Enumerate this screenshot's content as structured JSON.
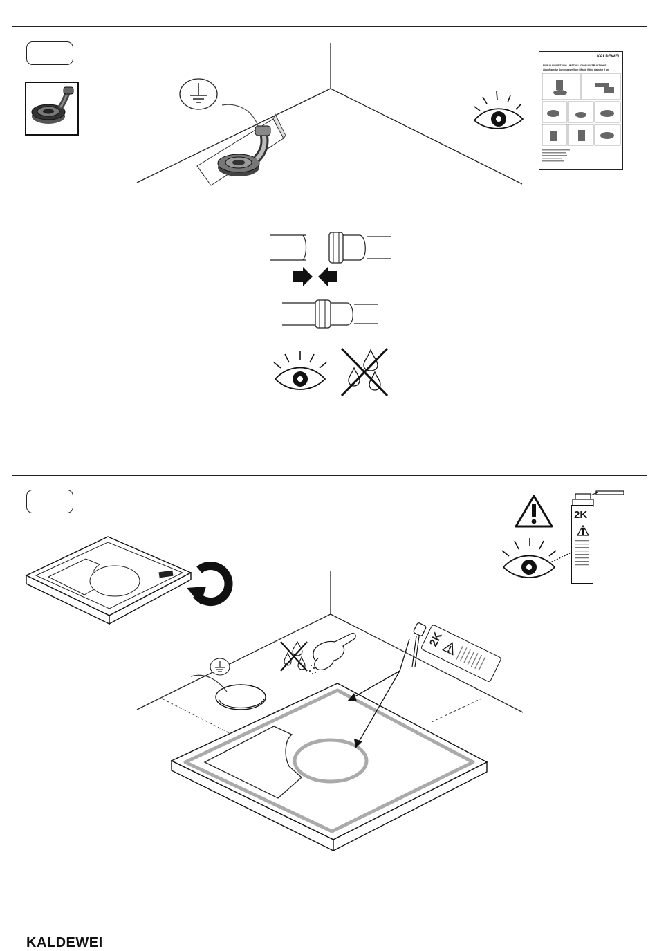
{
  "brand": {
    "logo_text": "KALDEWEI"
  },
  "section1": {
    "step_label": "",
    "manual": {
      "brand": "KALDEWEI",
      "title": "EINBAUANLEITUNG / INSTALLATION INSTRUCTIONS",
      "subtitle": "Ablaufgarnitur Durchmesser 9 cm / Waste fitting diameter 9 cm"
    }
  },
  "section2": {
    "step_label": "",
    "cartridge_label_large": "2K",
    "cartridge_label_small": "2K"
  },
  "icons": [
    "ground-symbol-icon",
    "eye-icon",
    "no-leak-icon",
    "warning-icon",
    "rotate-arrow-icon",
    "no-water-icon"
  ]
}
